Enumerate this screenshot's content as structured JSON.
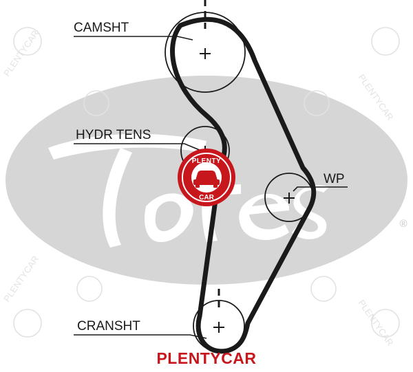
{
  "diagram": {
    "labels": {
      "camshaft": "CAMSHT",
      "hydraulic_tensioner": "HYDR TENS",
      "water_pump": "WP",
      "crankshaft": "CRANSHT"
    },
    "colors": {
      "belt": "#1a1a1a",
      "logo_gray": "#d6d6d6",
      "brand_red": "#c8161d"
    }
  },
  "logo": {
    "registered_mark": "®"
  },
  "watermark": {
    "brand_text": "PLENTYCAR",
    "badge_top": "PLENTY",
    "badge_bottom": "CAR",
    "pattern_text": "PLENTYCAR"
  }
}
